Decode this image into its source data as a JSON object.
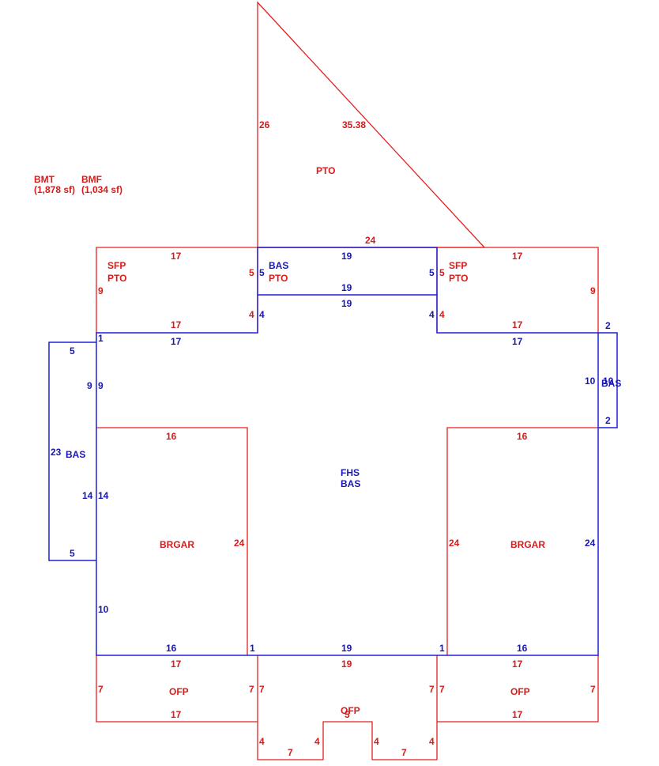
{
  "colors": {
    "red": "#d81b1b",
    "blue": "#1818b8"
  },
  "legend": {
    "bmt": "BMT",
    "bmt_area": "(1,878 sf)",
    "bmf": "BMF",
    "bmf_area": "(1,034 sf)"
  },
  "areas": {
    "pto_top": "PTO",
    "sfp_left": "SFP",
    "sfp_left_sub": "PTO",
    "bas_mid": "BAS",
    "bas_mid_sub": "PTO",
    "sfp_right": "SFP",
    "sfp_right_sub": "PTO",
    "bas_right": "BAS",
    "bas_left": "BAS",
    "fhs": "FHS",
    "fhs_sub": "BAS",
    "brgar_left": "BRGAR",
    "brgar_right": "BRGAR",
    "ofp_left": "OFP",
    "ofp_mid": "OFP",
    "ofp_right": "OFP"
  },
  "dims": {
    "pto_left": "26",
    "pto_hyp": "35.38",
    "pto_bottom": "24",
    "sfpl_top": "17",
    "sfpl_left": "9",
    "sfpl_right": "5",
    "sfpl_right2": "4",
    "sfpl_bottom": "17",
    "basm_left": "5",
    "basm_top": "19",
    "basm_mid": "19",
    "basm_low": "19",
    "basm_right": "5",
    "basm_left2": "4",
    "basm_right2": "4",
    "sfpr_left": "5",
    "sfpr_top": "17",
    "sfpr_right": "9",
    "sfpr_left2": "4",
    "sfpr_bottom": "17",
    "basr_top": "2",
    "basr_left": "10",
    "basr_right": "10",
    "basr_bottom": "2",
    "fhs_one_left": "1",
    "fhs_top_left": "17",
    "fhs_top_right": "17",
    "basl_top": "5",
    "basl_right_a": "9",
    "basl_fhs_a": "9",
    "basl_left": "23",
    "basl_right_b": "14",
    "basl_fhs_b": "14",
    "basl_bottom": "5",
    "brgl_top": "16",
    "brgl_right": "24",
    "brgl_bottom": "16",
    "fhs_left_low": "10",
    "brgr_top": "16",
    "brgr_left": "24",
    "brgr_right": "24",
    "brgr_bottom": "16",
    "fhs_bottom": "19",
    "fhs_one_a": "1",
    "fhs_one_b": "1",
    "ofpl_top": "17",
    "ofpl_left": "7",
    "ofpl_right": "7",
    "ofpl_bottom": "17",
    "ofpm_top": "19",
    "ofpm_left": "7",
    "ofpm_right": "7",
    "ofpm_notch": "5",
    "ofpm_l4a": "4",
    "ofpm_l7": "7",
    "ofpm_l4b": "4",
    "ofpm_r4a": "4",
    "ofpm_r7": "7",
    "ofpm_r4b": "4",
    "ofpr_top": "17",
    "ofpr_left": "7",
    "ofpr_right": "7",
    "ofpr_bottom": "17"
  }
}
